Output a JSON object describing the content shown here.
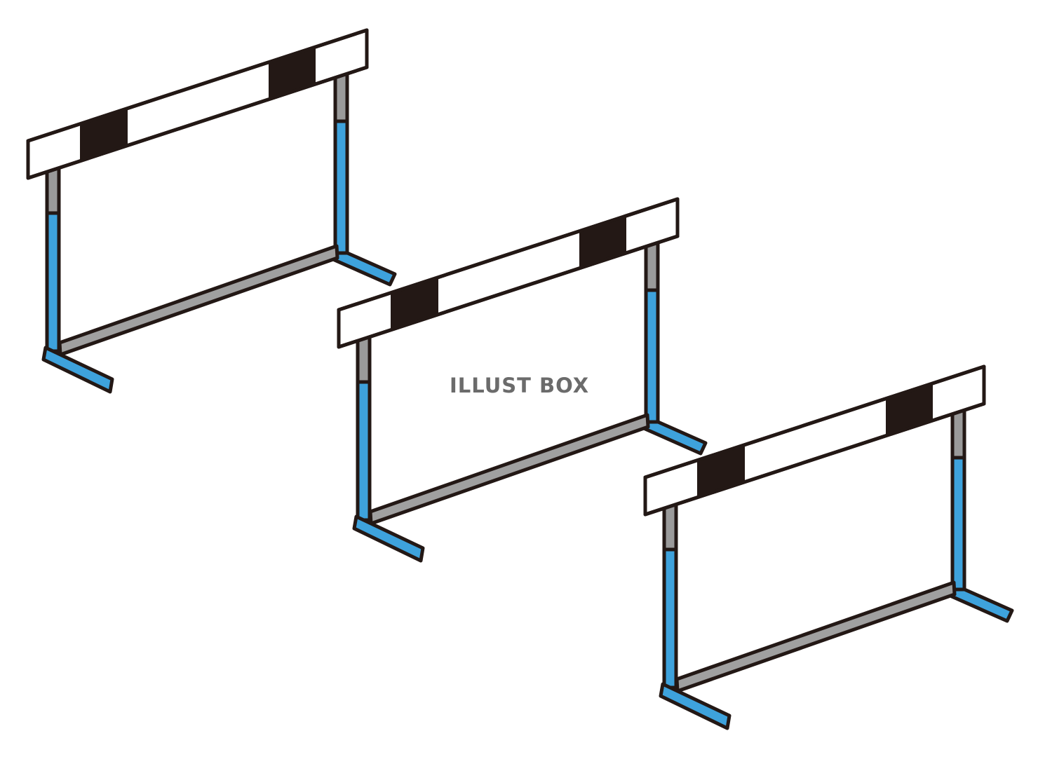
{
  "illustration": {
    "subject": "hurdles",
    "count": 3,
    "colors": {
      "outline": "#231815",
      "leg_blue": "#3ea2dc",
      "leg_grey": "#9a9a9a",
      "bar_grey": "#a0a0a0",
      "board_white": "#ffffff",
      "board_black": "#231815",
      "background": "#ffffff"
    }
  },
  "watermark": {
    "text": "ILLUST BOX",
    "color": "#6b6b6b"
  }
}
